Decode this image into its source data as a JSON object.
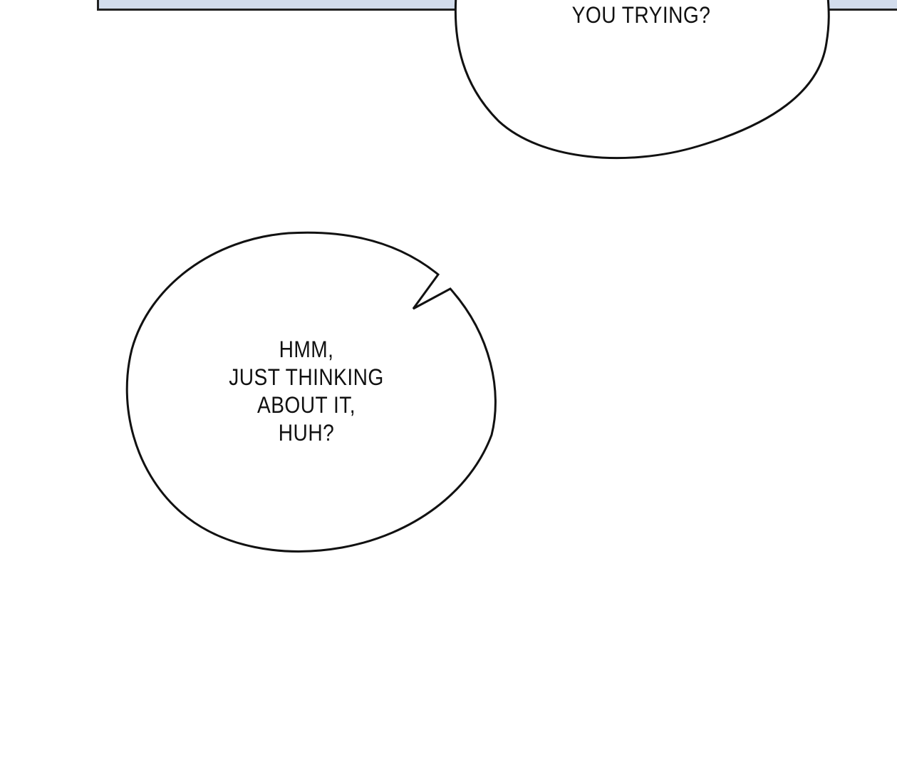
{
  "bubbles": [
    {
      "text": "YOU TRYING?"
    },
    {
      "lines": [
        "HMM,",
        "JUST THINKING",
        "ABOUT IT,",
        "HUH?"
      ]
    }
  ]
}
